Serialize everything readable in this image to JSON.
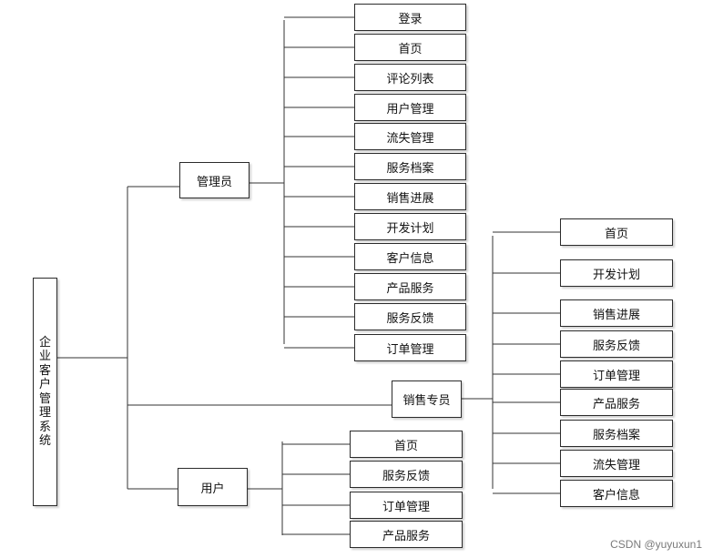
{
  "root": {
    "label": "企业客户管理系统"
  },
  "roles": {
    "admin": {
      "label": "管理员",
      "items": [
        "登录",
        "首页",
        "评论列表",
        "用户管理",
        "流失管理",
        "服务档案",
        "销售进展",
        "开发计划",
        "客户信息",
        "产品服务",
        "服务反馈",
        "订单管理"
      ]
    },
    "sales": {
      "label": "销售专员",
      "items": [
        "首页",
        "开发计划",
        "销售进展",
        "服务反馈",
        "订单管理",
        "产品服务",
        "服务档案",
        "流失管理",
        "客户信息"
      ]
    },
    "user": {
      "label": "用户",
      "items": [
        "首页",
        "服务反馈",
        "订单管理",
        "产品服务"
      ]
    }
  },
  "watermark": "CSDN @yuyuxun1"
}
